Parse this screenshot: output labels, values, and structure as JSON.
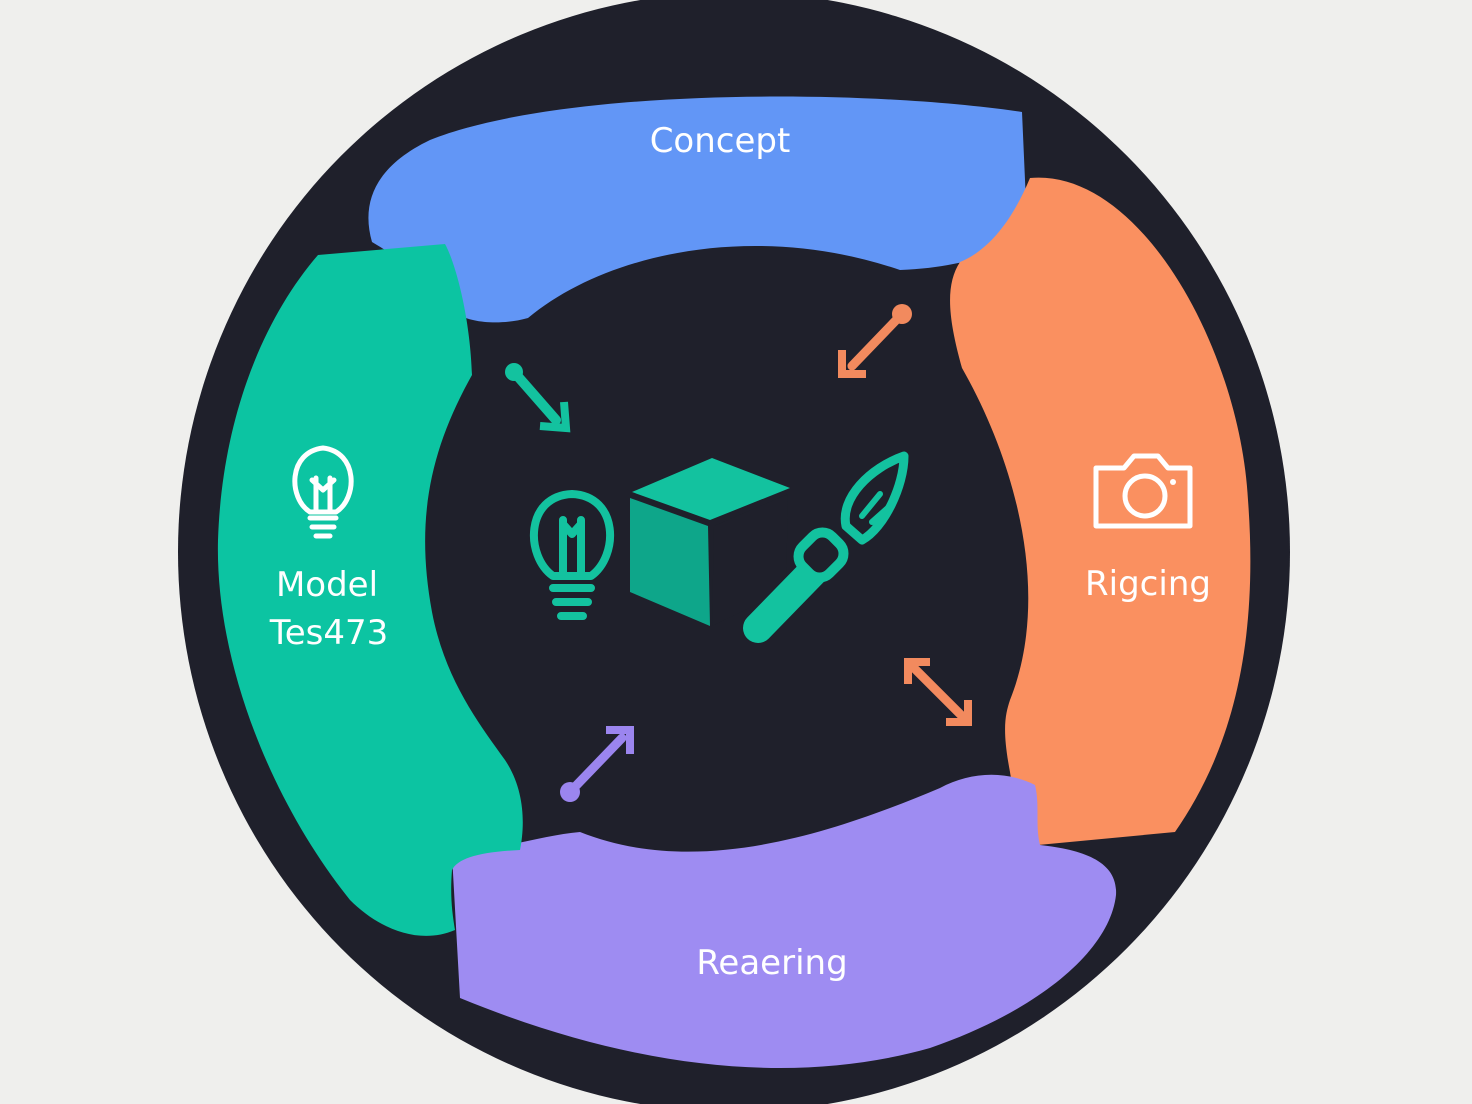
{
  "diagram": {
    "segments": [
      {
        "id": "concept",
        "label": "Concept",
        "color": "#6296f6"
      },
      {
        "id": "rigging",
        "label": "Rigcing",
        "color": "#fa9060"
      },
      {
        "id": "rendering",
        "label": "Reaering",
        "color": "#9e8cf2"
      },
      {
        "id": "model",
        "label_line1": "Model",
        "label_line2": "Tes473",
        "color": "#0cc4a2"
      }
    ],
    "center_icons": [
      "lightbulb-icon",
      "cube-icon",
      "paintbrush-icon"
    ],
    "segment_icons": {
      "model": "lightbulb-icon",
      "rigging": "camera-icon"
    },
    "colors": {
      "ring": "#1f202b",
      "background": "#efefed",
      "accent_teal": "#13c29f",
      "arrow_orange": "#f28a5e",
      "arrow_purple": "#9b85ef"
    }
  }
}
